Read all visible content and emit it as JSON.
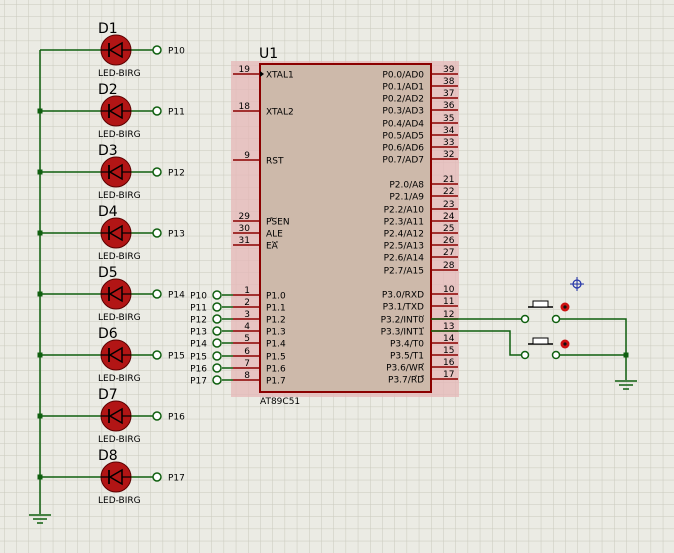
{
  "colors": {
    "background": "#ebebe4",
    "grid": "#c9c9bd",
    "wire": "#0f5f0f",
    "body": "#cdb9aa",
    "body_border": "#8b0000",
    "highlight": "#e6b7b7",
    "led_fill": "#b21515",
    "terminal": "#0f5f0f",
    "button_led": "#cc1111"
  },
  "mcu": {
    "ref": "U1",
    "part": "AT89C51",
    "left_pins": [
      {
        "num": "19",
        "name": "XTAL1"
      },
      {
        "num": "18",
        "name": "XTAL2"
      },
      {
        "num": "9",
        "name": "RST"
      },
      {
        "num": "29",
        "name": "PSEN"
      },
      {
        "num": "30",
        "name": "ALE"
      },
      {
        "num": "31",
        "name": "EA"
      },
      {
        "num": "1",
        "name": "P1.0"
      },
      {
        "num": "2",
        "name": "P1.1"
      },
      {
        "num": "3",
        "name": "P1.2"
      },
      {
        "num": "4",
        "name": "P1.3"
      },
      {
        "num": "5",
        "name": "P1.4"
      },
      {
        "num": "6",
        "name": "P1.5"
      },
      {
        "num": "7",
        "name": "P1.6"
      },
      {
        "num": "8",
        "name": "P1.7"
      }
    ],
    "right_pins": [
      {
        "num": "39",
        "name": "P0.0/AD0"
      },
      {
        "num": "38",
        "name": "P0.1/AD1"
      },
      {
        "num": "37",
        "name": "P0.2/AD2"
      },
      {
        "num": "36",
        "name": "P0.3/AD3"
      },
      {
        "num": "35",
        "name": "P0.4/AD4"
      },
      {
        "num": "34",
        "name": "P0.5/AD5"
      },
      {
        "num": "33",
        "name": "P0.6/AD6"
      },
      {
        "num": "32",
        "name": "P0.7/AD7"
      },
      {
        "num": "21",
        "name": "P2.0/A8"
      },
      {
        "num": "22",
        "name": "P2.1/A9"
      },
      {
        "num": "23",
        "name": "P2.2/A10"
      },
      {
        "num": "24",
        "name": "P2.3/A11"
      },
      {
        "num": "25",
        "name": "P2.4/A12"
      },
      {
        "num": "26",
        "name": "P2.5/A13"
      },
      {
        "num": "27",
        "name": "P2.6/A14"
      },
      {
        "num": "28",
        "name": "P2.7/A15"
      },
      {
        "num": "10",
        "name": "P3.0/RXD"
      },
      {
        "num": "11",
        "name": "P3.1/TXD"
      },
      {
        "num": "12",
        "name": "P3.2/INT0"
      },
      {
        "num": "13",
        "name": "P3.3/INT1"
      },
      {
        "num": "14",
        "name": "P3.4/T0"
      },
      {
        "num": "15",
        "name": "P3.5/T1"
      },
      {
        "num": "16",
        "name": "P3.6/WR"
      },
      {
        "num": "17",
        "name": "P3.7/RD"
      }
    ],
    "port_labels": [
      "P10",
      "P11",
      "P12",
      "P13",
      "P14",
      "P15",
      "P16",
      "P17"
    ]
  },
  "leds": [
    {
      "ref": "D1",
      "part": "LED-BIRG",
      "net": "P10"
    },
    {
      "ref": "D2",
      "part": "LED-BIRG",
      "net": "P11"
    },
    {
      "ref": "D3",
      "part": "LED-BIRG",
      "net": "P12"
    },
    {
      "ref": "D4",
      "part": "LED-BIRG",
      "net": "P13"
    },
    {
      "ref": "D5",
      "part": "LED-BIRG",
      "net": "P14"
    },
    {
      "ref": "D6",
      "part": "LED-BIRG",
      "net": "P15"
    },
    {
      "ref": "D7",
      "part": "LED-BIRG",
      "net": "P16"
    },
    {
      "ref": "D8",
      "part": "LED-BIRG",
      "net": "P17"
    }
  ]
}
